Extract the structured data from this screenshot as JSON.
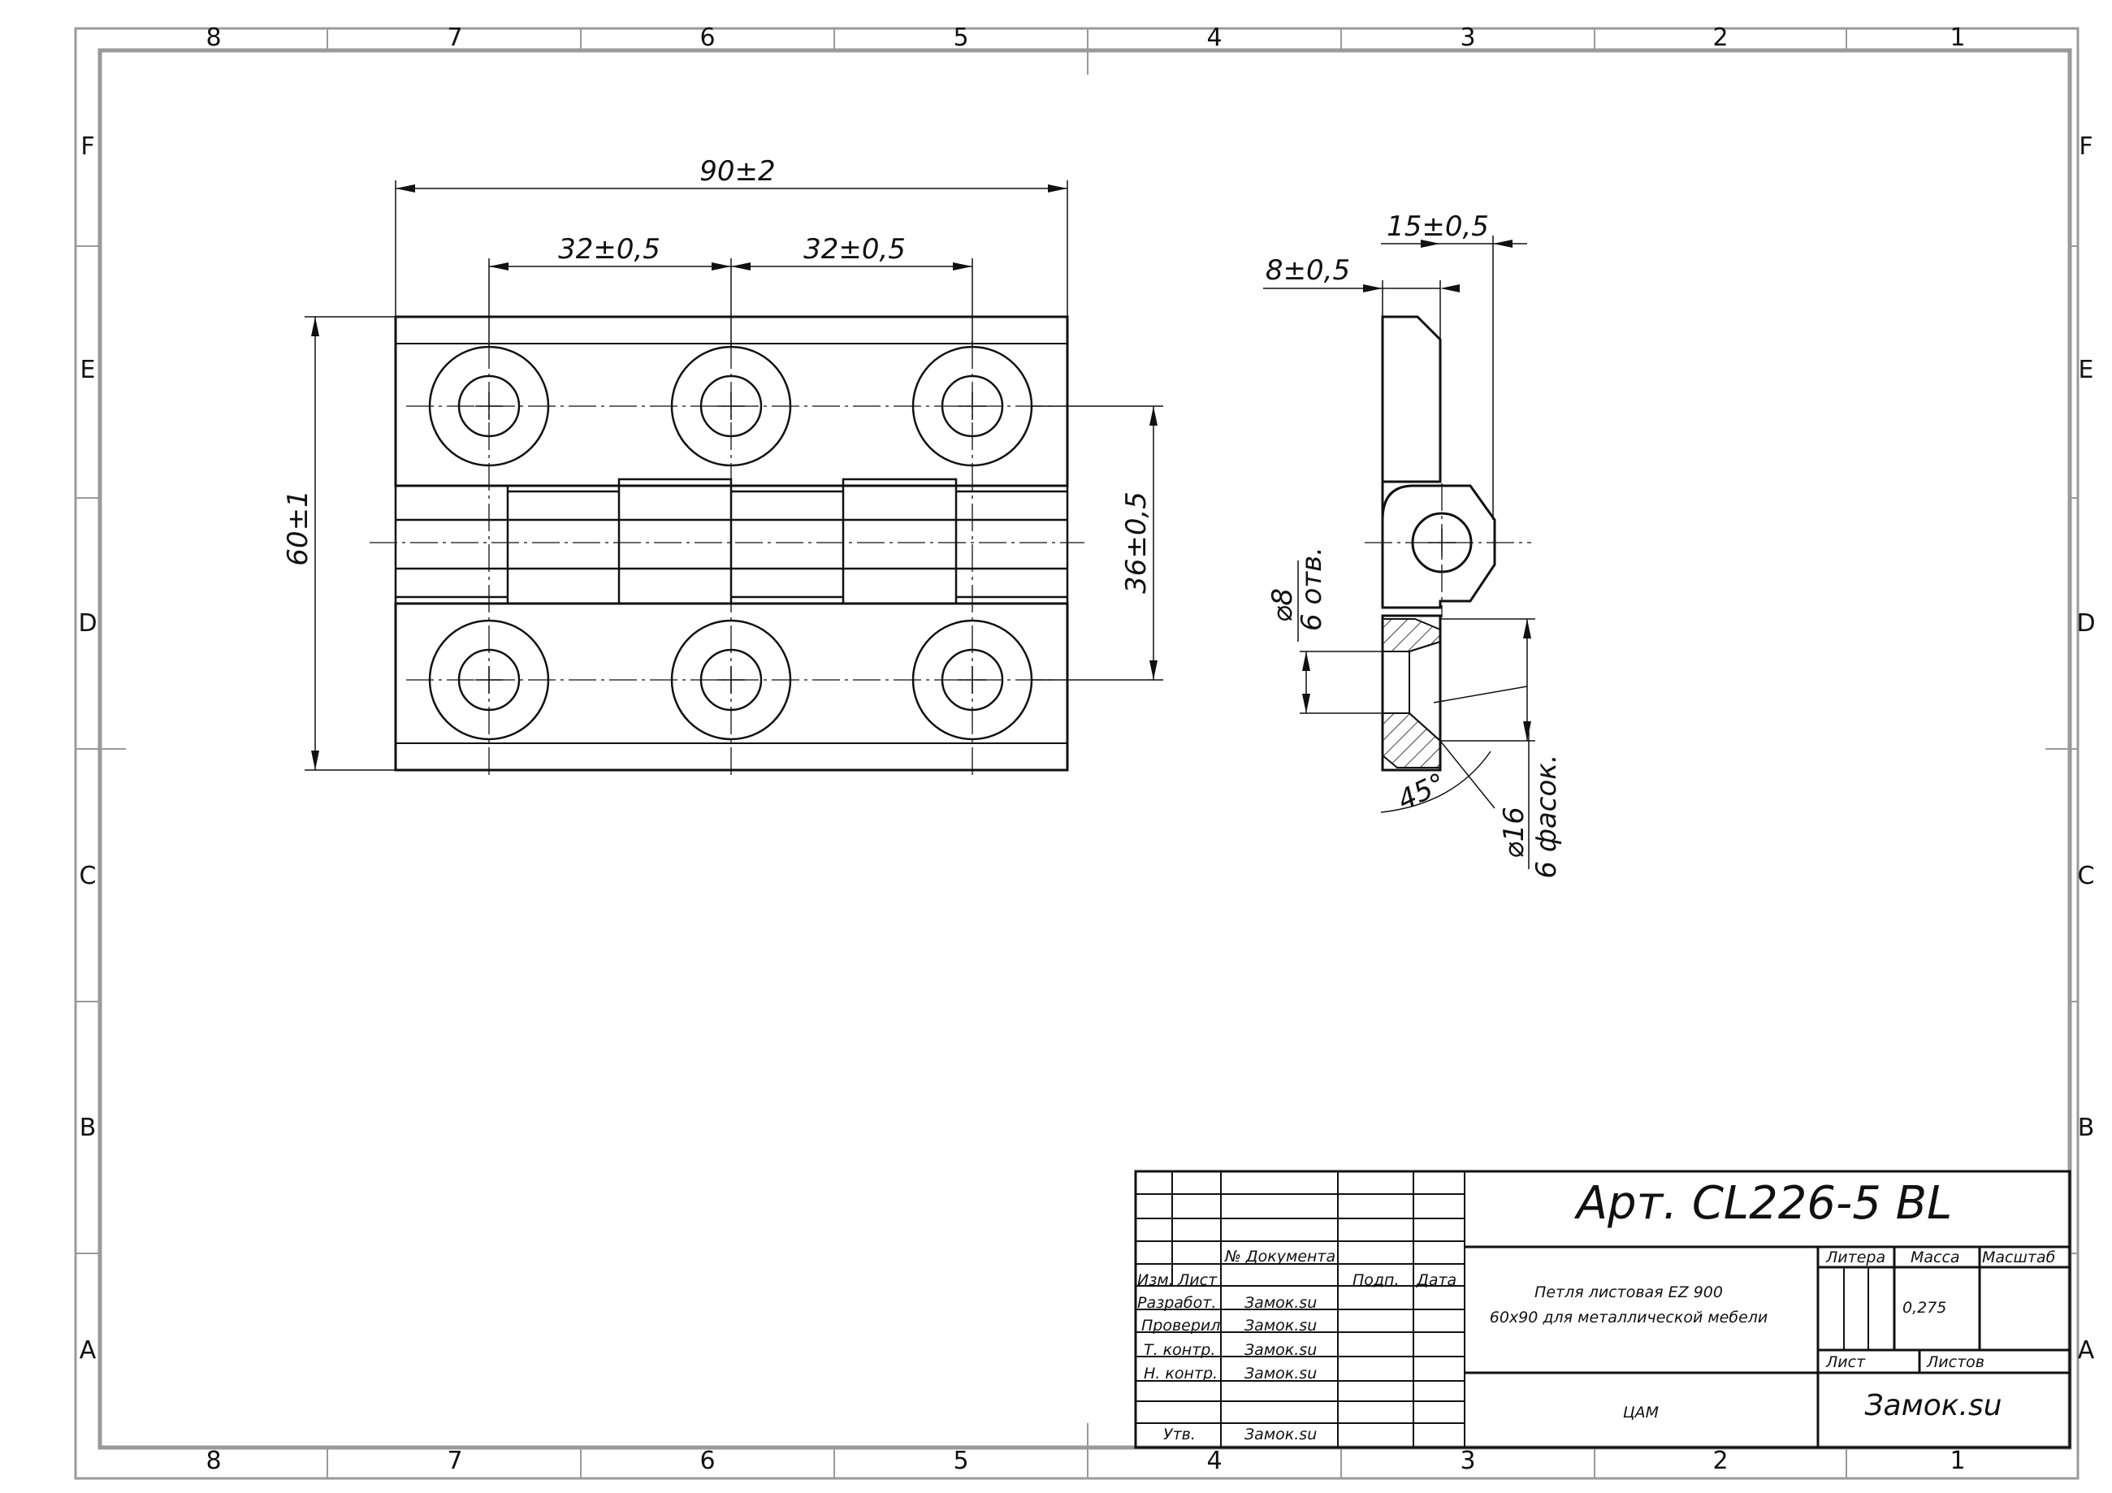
{
  "frame": {
    "columns": [
      "8",
      "7",
      "6",
      "5",
      "4",
      "3",
      "2",
      "1"
    ],
    "rows": [
      "F",
      "E",
      "D",
      "C",
      "B",
      "A"
    ]
  },
  "dimensions": {
    "overall_width": "90±2",
    "hole_pitch_left": "32±0,5",
    "hole_pitch_right": "32±0,5",
    "overall_height": "60±1",
    "hole_row_distance": "36±0,5",
    "side_total": "15±0,5",
    "side_plate": "8±0,5",
    "hole_diameter": "⌀8",
    "hole_count": "6 отв.",
    "chamfer_angle": "45°",
    "chamfer_diameter": "⌀16",
    "chamfer_count": "6 фасок."
  },
  "title_block": {
    "article": "Арт. CL226-5 BL",
    "description_line1": "Петля листовая EZ 900",
    "description_line2": "60х90 для металлической мебели",
    "doc_number_header": "№ Документа",
    "izm": "Изм.",
    "list": "Лист",
    "podp": "Подп.",
    "data": "Дата",
    "razrab": "Разработ.",
    "proveril": "Проверил",
    "t_kontr": "Т. контр.",
    "n_kontr": "Н. контр.",
    "utv": "Утв.",
    "author": "Замок.su",
    "litera": "Литера",
    "massa": "Масса",
    "masshtab": "Масштаб",
    "mass_value": "0,275",
    "sheet_label": "Лист",
    "sheets_label": "Листов",
    "material": "ЦАМ",
    "company": "Замок.su"
  }
}
